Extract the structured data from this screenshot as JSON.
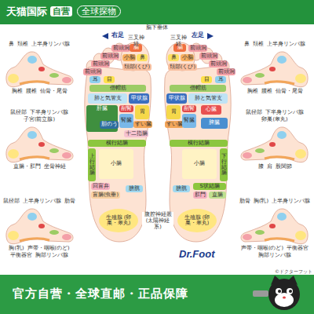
{
  "diagram": {
    "nodes": [
      {
        "text": [
          "右足"
        ]
      },
      {
        "text": [
          "前頭洞"
        ],
        "in": 0
      },
      {
        "text": [
          "前頭洞"
        ],
        "in": 0
      },
      {
        "text": [
          "前頭洞"
        ],
        "in": 0
      },
      {
        "text": [
          "前頭洞"
        ],
        "in": 0
      },
      {
        "text": [
          "脳"
        ],
        "in": 0
      },
      {
        "text": [
          "小脳"
        ],
        "in": 0
      },
      {
        "text": [
          "鼻"
        ],
        "in": 0
      },
      {
        "text": [
          "頚部(くび)"
        ],
        "in": 0
      },
      {
        "text": [
          "耳"
        ],
        "in": 0
      },
      {
        "text": [
          "目"
        ],
        "in": 0
      },
      {
        "text": [
          "僧帽筋"
        ],
        "in": 0
      },
      {
        "text": [
          "肺と気管支"
        ],
        "in": 0
      },
      {
        "text": [
          "甲状腺"
        ],
        "in": 0
      },
      {
        "text": [
          "肝臓"
        ],
        "in": 0
      },
      {
        "text": [
          "胆のう"
        ],
        "in": 14
      },
      {
        "text": [
          "副腎"
        ],
        "in": 0
      },
      {
        "text": [
          "胃"
        ],
        "in": 0
      },
      {
        "text": [
          "腎臓"
        ],
        "in": 0
      },
      {
        "text": [
          "すい臓"
        ],
        "in": 0
      },
      {
        "text": [
          "十二指腸"
        ],
        "in": 0
      },
      {
        "text": [
          "横行結腸"
        ],
        "in": 0
      },
      {
        "text": [
          "上行結腸"
        ],
        "in": 0
      },
      {
        "text": [
          "小腸"
        ],
        "in": 0
      },
      {
        "text": [
          "回盲弁"
        ],
        "in": 0
      },
      {
        "text": [
          "盲腸(虫垂)"
        ],
        "in": 0
      },
      {
        "text": [
          "膀胱"
        ],
        "in": 0
      },
      {
        "text": [
          "生殖腺 (卵巣・睾丸)"
        ],
        "in": 0
      },
      {
        "text": [
          "左足"
        ]
      },
      {
        "text": [
          "前頭洞"
        ],
        "in": 28
      },
      {
        "text": [
          "前頭洞"
        ],
        "in": 28
      },
      {
        "text": [
          "前頭洞"
        ],
        "in": 28
      },
      {
        "text": [
          "前頭洞"
        ],
        "in": 28
      },
      {
        "text": [
          "脳"
        ],
        "in": 28
      },
      {
        "text": [
          "鼻"
        ],
        "in": 28
      },
      {
        "text": [
          "小脳"
        ],
        "in": 28
      },
      {
        "text": [
          "頚部(くび)"
        ],
        "in": 28
      },
      {
        "text": [
          "目"
        ],
        "in": 28
      },
      {
        "text": [
          "耳"
        ],
        "in": 28
      },
      {
        "text": [
          "僧帽筋"
        ],
        "in": 28
      },
      {
        "text": [
          "甲状腺"
        ],
        "in": 28
      },
      {
        "text": [
          "肺と気管支"
        ],
        "in": 28
      },
      {
        "text": [
          "胃"
        ],
        "in": 28
      },
      {
        "text": [
          "副腎"
        ],
        "in": 28
      },
      {
        "text": [
          "心臓"
        ],
        "in": 28
      },
      {
        "text": [
          "すい臓"
        ],
        "in": 28
      },
      {
        "text": [
          "腎臓"
        ],
        "in": 28
      },
      {
        "text": [
          "脾臓"
        ],
        "in": 28
      },
      {
        "text": [
          "横行結腸"
        ],
        "in": 28
      },
      {
        "text": [
          "小腸"
        ],
        "in": 28
      },
      {
        "text": [
          "下行結腸"
        ],
        "in": 28
      },
      {
        "text": [
          "膀胱"
        ],
        "in": 28
      },
      {
        "text": [
          "S状結腸"
        ],
        "in": 28
      },
      {
        "text": [
          "肛門"
        ],
        "in": 28
      },
      {
        "text": [
          "直腸"
        ],
        "in": 28
      },
      {
        "text": [
          "生殖腺 (卵巣・睾丸)"
        ],
        "in": 28
      }
    ],
    "labels": [
      "天猫国际",
      "自营",
      "全球探物",
      "脳下垂体",
      "三叉神経",
      "三叉神経",
      "鼻",
      "頚椎",
      "上半身リンパ腺",
      "胸椎",
      "腰椎",
      "仙骨・尾骨",
      "鼻",
      "頚椎",
      "上半身リンパ腺",
      "胸椎",
      "腰椎",
      "仙骨・尾骨",
      "鼠径部",
      "下半身リンパ腺",
      "子宮(前立腺)",
      "直腸・肛門",
      "坐骨神経",
      "鼠径部",
      "下半身リンパ腺",
      "卵巣(睾丸)",
      "膝",
      "肩",
      "股関節",
      "腹腔神経叢 (太陽神経系)",
      "鼠径部",
      "上半身リンパ腺",
      "肋骨",
      "胸(乳)",
      "声帯・咽喉(のど)",
      "平衡器官",
      "胸部リンパ腺",
      "肋骨",
      "胸(乳)",
      "上半身リンパ腺",
      "声帯・咽喉(のど)",
      "平衡器官",
      "胸部リンパ腺",
      "Dr.Foot",
      "©ドクターフット",
      "官方自营・全球直邮・正品保障"
    ]
  }
}
